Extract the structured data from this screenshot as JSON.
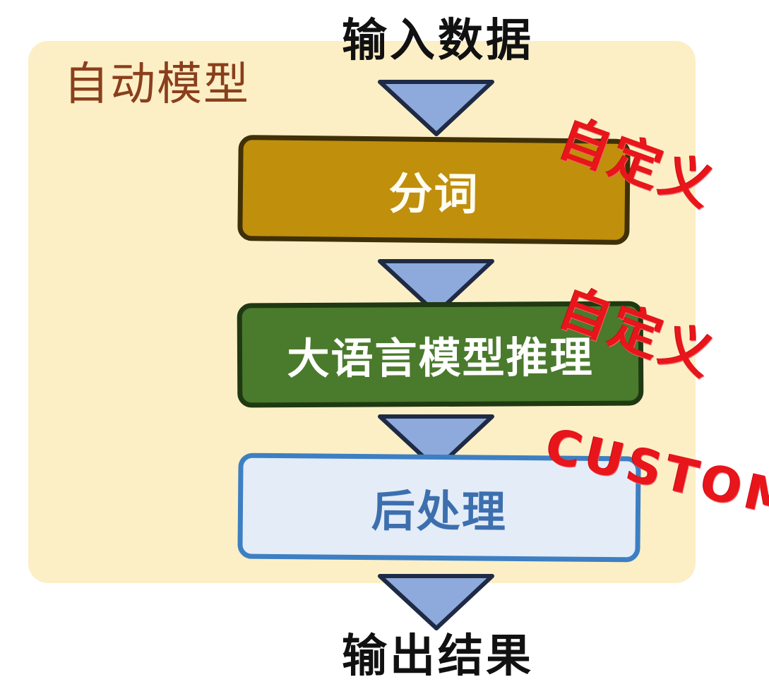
{
  "diagram": {
    "panel_title": "自动模型",
    "input_label": "输入数据",
    "output_label": "输出结果",
    "steps": [
      {
        "label": "分词",
        "color": "#c08f0b"
      },
      {
        "label": "大语言模型推理",
        "color": "#4a7a2c"
      },
      {
        "label": "后处理",
        "color": "#e4ecf8"
      }
    ],
    "stamps": [
      "自定义",
      "自定义",
      "CUSTOM"
    ],
    "colors": {
      "panel_bg": "#fcefc6",
      "panel_title": "#8a3f1c",
      "arrow_fill": "#8eaadc",
      "stamp": "#e8151b"
    }
  }
}
